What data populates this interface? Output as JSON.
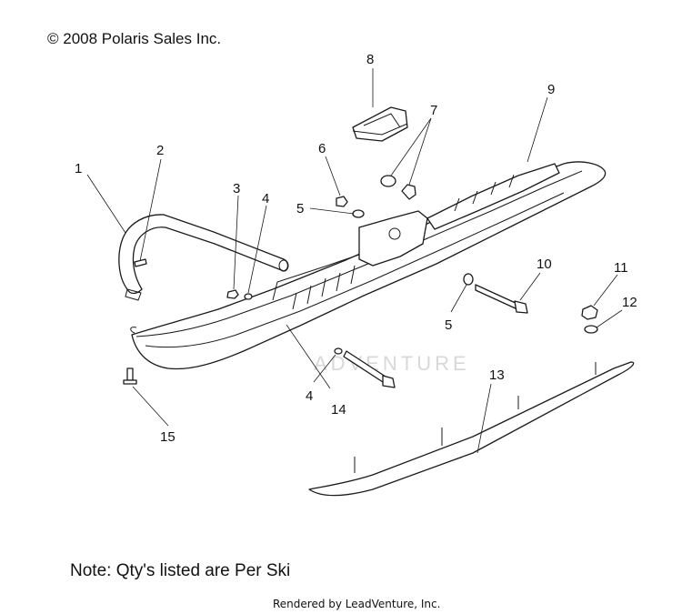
{
  "copyright": "© 2008 Polaris Sales Inc.",
  "note": "Note: Qty's listed are Per Ski",
  "rendered_by": "Rendered by LeadVenture, Inc.",
  "watermark": "ADVENTURE",
  "callouts": {
    "c1": "1",
    "c2": "2",
    "c3": "3",
    "c4a": "4",
    "c4b": "4",
    "c5a": "5",
    "c5b": "5",
    "c6": "6",
    "c7": "7",
    "c8": "8",
    "c9": "9",
    "c10": "10",
    "c11": "11",
    "c12": "12",
    "c13": "13",
    "c14": "14",
    "c15": "15"
  }
}
